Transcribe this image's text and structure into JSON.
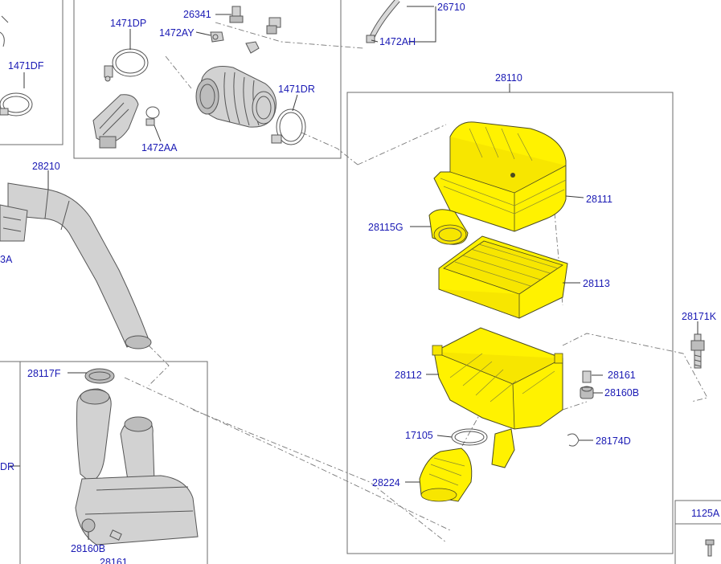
{
  "labels": {
    "p26341": "26341",
    "p26710": "26710",
    "p1471DP": "1471DP",
    "p1472AY": "1472AY",
    "p1472AH": "1472AH",
    "p1471DF": "1471DF",
    "p1471DR": "1471DR",
    "p1472AA": "1472AA",
    "p28110": "28110",
    "p28210": "28210",
    "p28111": "28111",
    "p28115G": "28115G",
    "p28113": "28113",
    "p28171K": "28171K",
    "p28112": "28112",
    "p28161a": "28161",
    "p28160Ba": "28160B",
    "p28117F": "28117F",
    "p17105": "17105",
    "p28174D": "28174D",
    "p28224": "28224",
    "p28160Bb": "28160B",
    "p28161b": "28161",
    "p1125A": "1125A",
    "p3A": "3A",
    "pDR": "DR"
  },
  "colors": {
    "label_text": "#1a1ab4",
    "highlight": "#fff200",
    "part_gray": "#d2d2d2",
    "frame_line": "#6b6b6b"
  }
}
